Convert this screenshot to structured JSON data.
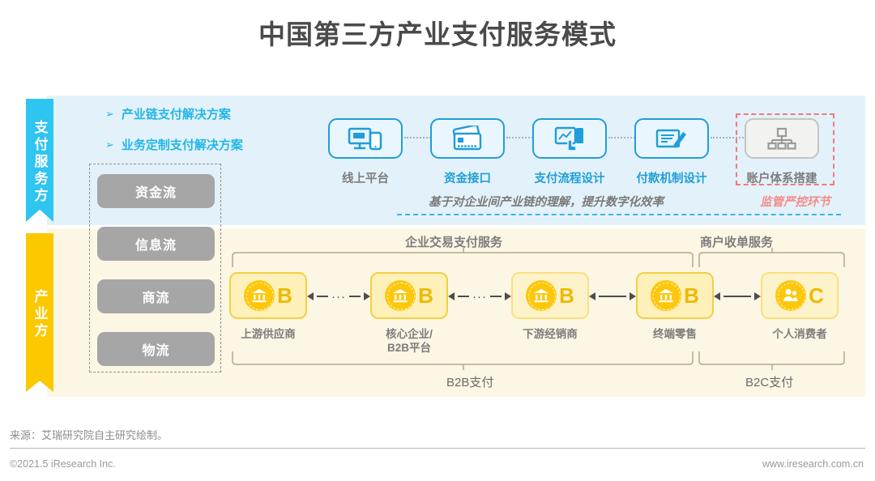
{
  "title": "中国第三方产业支付服务模式",
  "colors": {
    "cyan": "#2ec5f0",
    "yellow": "#fcc800",
    "panel_top_bg": "#e3f2fa",
    "panel_bottom_bg": "#fcf6e4",
    "gray_chip": "#a6a6a6",
    "red_dashed": "#f07a7a",
    "node_yellow": "#fdc70c"
  },
  "side_tabs": [
    {
      "label": "支付服务方",
      "name": "payment-service-provider"
    },
    {
      "label": "产业方",
      "name": "industry-party"
    }
  ],
  "bullets": [
    {
      "marker": "➢",
      "label": "产业链支付解决方案"
    },
    {
      "marker": "➢",
      "label": "业务定制支付解决方案"
    }
  ],
  "flows": [
    {
      "label": "资金流",
      "icon": "capital-flow"
    },
    {
      "label": "信息流",
      "icon": "information-flow"
    },
    {
      "label": "商流",
      "icon": "commerce-flow"
    },
    {
      "label": "物流",
      "icon": "logistics-flow"
    }
  ],
  "services": [
    {
      "label": "线上平台",
      "icon": "monitor-phone-icon",
      "muted": false,
      "label_gray": true
    },
    {
      "label": "资金接口",
      "icon": "bank-cards-icon",
      "muted": false,
      "label_gray": false
    },
    {
      "label": "支付流程设计",
      "icon": "chart-touch-icon",
      "muted": false,
      "label_gray": false
    },
    {
      "label": "付款机制设计",
      "icon": "document-pen-icon",
      "muted": false,
      "label_gray": false
    },
    {
      "label": "账户体系搭建",
      "icon": "org-hierarchy-icon",
      "muted": true,
      "label_gray": true
    }
  ],
  "note": {
    "main": "基于对企业间产业链的理解，提升数字化效率",
    "highlight": "监管严控环节"
  },
  "section_headers": [
    {
      "label": "企业交易支付服务"
    },
    {
      "label": "商户收单服务"
    }
  ],
  "chain": [
    {
      "label": "上游供应商",
      "letter": "B",
      "icon": "bank-circle-icon",
      "soft": false
    },
    {
      "label": "核心企业/\nB2B平台",
      "letter": "B",
      "icon": "bank-circle-icon",
      "soft": false
    },
    {
      "label": "下游经销商",
      "letter": "B",
      "icon": "bank-circle-icon",
      "soft": true
    },
    {
      "label": "终端零售",
      "letter": "B",
      "icon": "bank-circle-icon",
      "soft": false
    },
    {
      "label": "个人消费者",
      "letter": "C",
      "icon": "people-circle-icon",
      "soft": true
    }
  ],
  "chain_labels": {
    "n0": "上游供应商",
    "n1_a": "核心企业/",
    "n1_b": "B2B平台",
    "n2": "下游经销商",
    "n3": "终端零售",
    "n4": "个人消费者"
  },
  "arrows": [
    {
      "dots": "···",
      "bidirectional": true
    },
    {
      "dots": "···",
      "bidirectional": true
    },
    {
      "dots": "",
      "bidirectional": true
    },
    {
      "dots": "",
      "bidirectional": true
    }
  ],
  "bottom_brackets": [
    {
      "label": "B2B支付"
    },
    {
      "label": "B2C支付"
    }
  ],
  "footer": {
    "source": "来源：艾瑞研究院自主研究绘制。",
    "copyright": "©2021.5 iResearch Inc.",
    "website": "www.iresearch.com.cn"
  }
}
